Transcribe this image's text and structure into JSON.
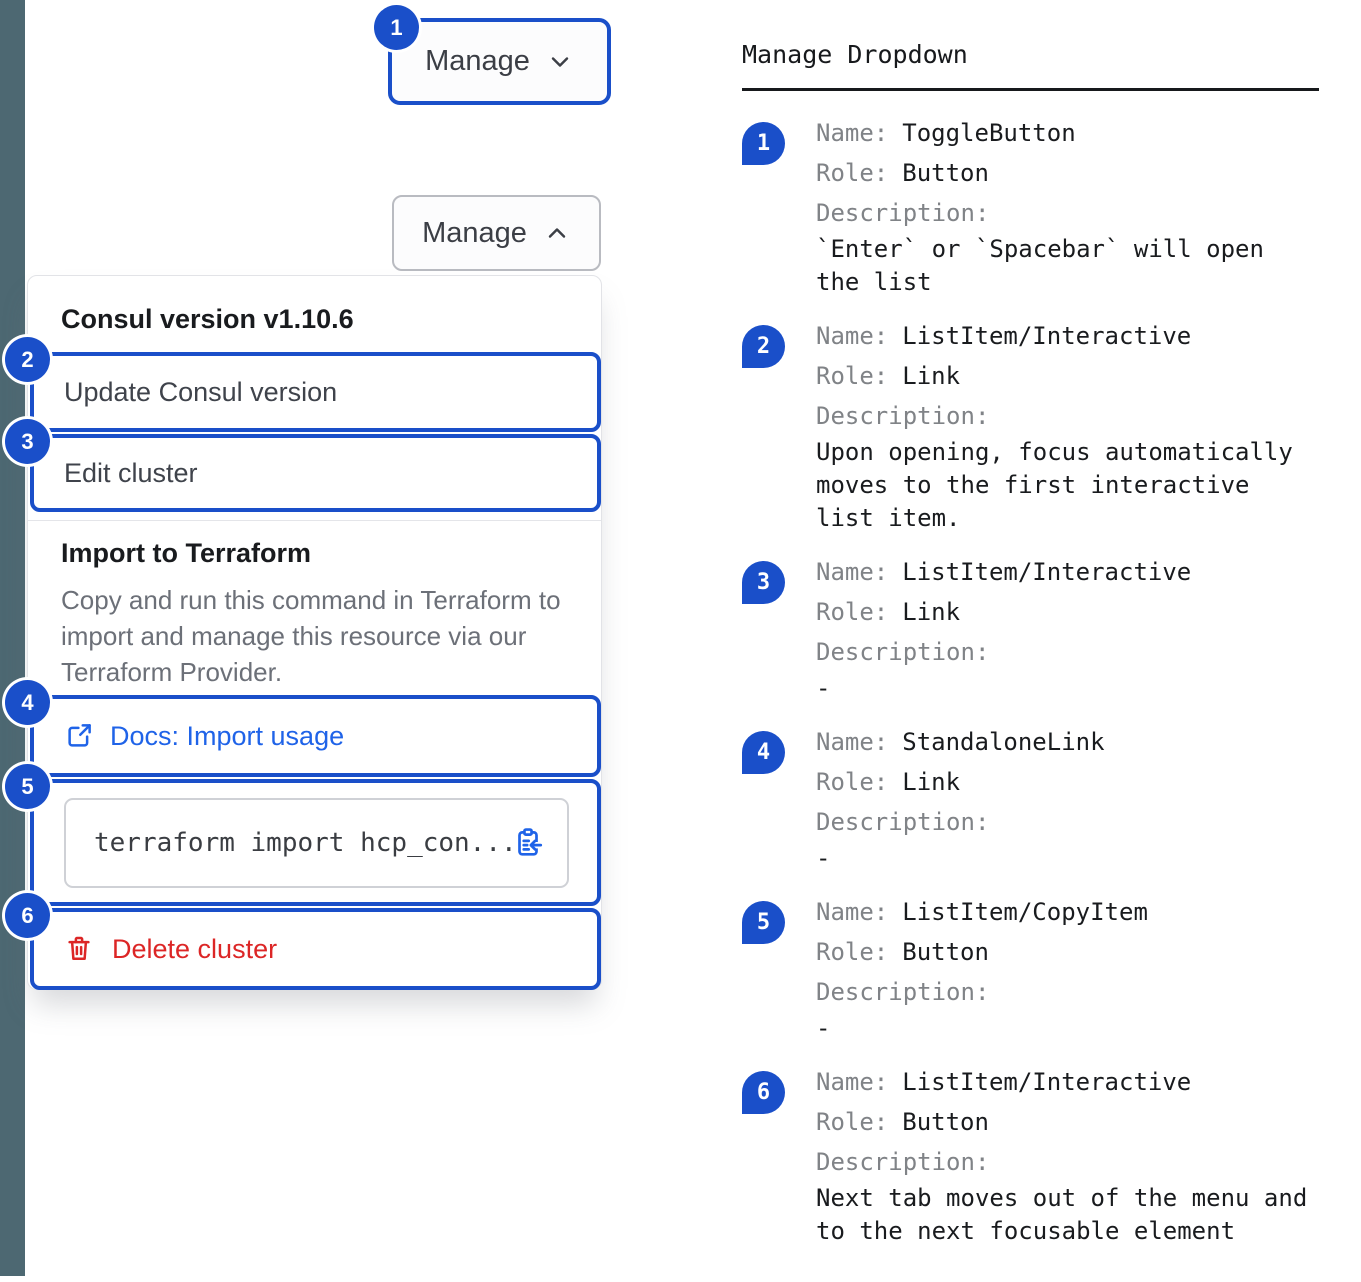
{
  "colors": {
    "accent_blue": "#1a4fc9",
    "link_blue": "#1f63e8",
    "danger_red": "#dc2626",
    "sidebar_slate": "#4d6872"
  },
  "toggle_button": {
    "label": "Manage"
  },
  "expanded_button": {
    "label": "Manage"
  },
  "dropdown": {
    "version_title": "Consul version v1.10.6",
    "update_item": "Update Consul version",
    "edit_item": "Edit cluster",
    "import_title": "Import to Terraform",
    "import_description": "Copy and run this command in Terraform to import and manage this resource via our Terraform Provider.",
    "docs_link_label": "Docs: Import usage",
    "code_snippet": "terraform import hcp_con...",
    "delete_label": "Delete cluster"
  },
  "annotations": {
    "title": "Manage Dropdown",
    "labels": {
      "name": "Name:",
      "role": "Role:",
      "description": "Description:"
    },
    "items": [
      {
        "num": "1",
        "name": "ToggleButton",
        "role": "Button",
        "description": "`Enter` or `Spacebar` will open the list"
      },
      {
        "num": "2",
        "name": "ListItem/Interactive",
        "role": "Link",
        "description": "Upon opening, focus automatically moves to the first interactive list item."
      },
      {
        "num": "3",
        "name": "ListItem/Interactive",
        "role": "Link",
        "description": "-"
      },
      {
        "num": "4",
        "name": "StandaloneLink",
        "role": "Link",
        "description": "-"
      },
      {
        "num": "5",
        "name": "ListItem/CopyItem",
        "role": "Button",
        "description": "-"
      },
      {
        "num": "6",
        "name": "ListItem/Interactive",
        "role": "Button",
        "description": "Next tab moves out of the menu and to the next focusable element"
      }
    ]
  }
}
